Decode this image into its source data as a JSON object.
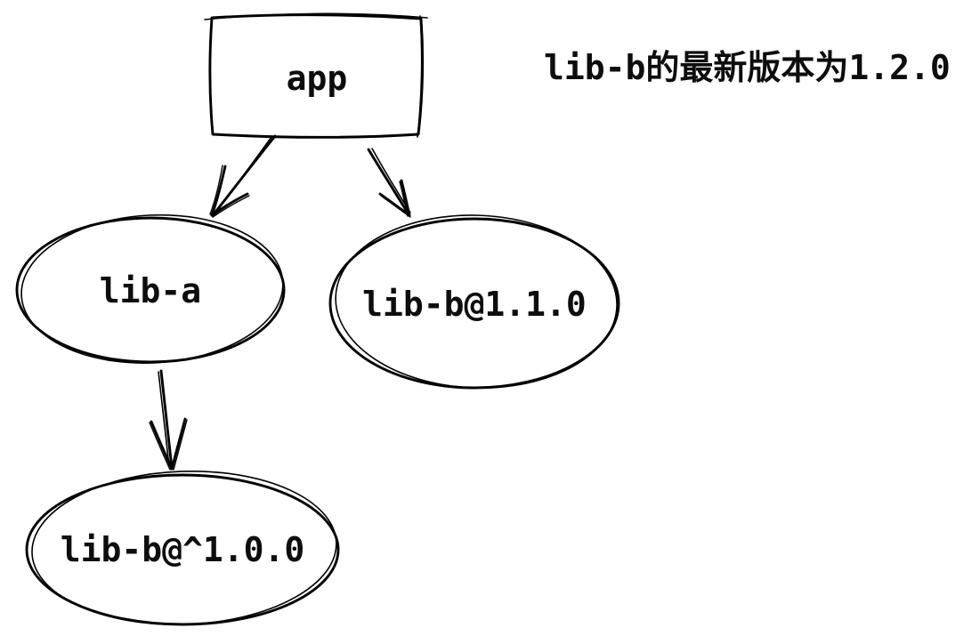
{
  "canvas": {
    "background": "#ffffff",
    "ink": "#000000",
    "style": "hand-drawn"
  },
  "annotation": {
    "text": "lib-b的最新版本为1.2.0"
  },
  "nodes": {
    "app": {
      "label": "app",
      "shape": "rectangle"
    },
    "libA": {
      "label": "lib-a",
      "shape": "ellipse"
    },
    "libB110": {
      "label": "lib-b@1.1.0",
      "shape": "ellipse"
    },
    "libBCaret100": {
      "label": "lib-b@^1.0.0",
      "shape": "ellipse"
    }
  },
  "edges": [
    {
      "from": "app",
      "to": "lib-a",
      "style": "arrow"
    },
    {
      "from": "app",
      "to": "lib-b@1.1.0",
      "style": "arrow"
    },
    {
      "from": "lib-a",
      "to": "lib-b@^1.0.0",
      "style": "arrow"
    }
  ]
}
